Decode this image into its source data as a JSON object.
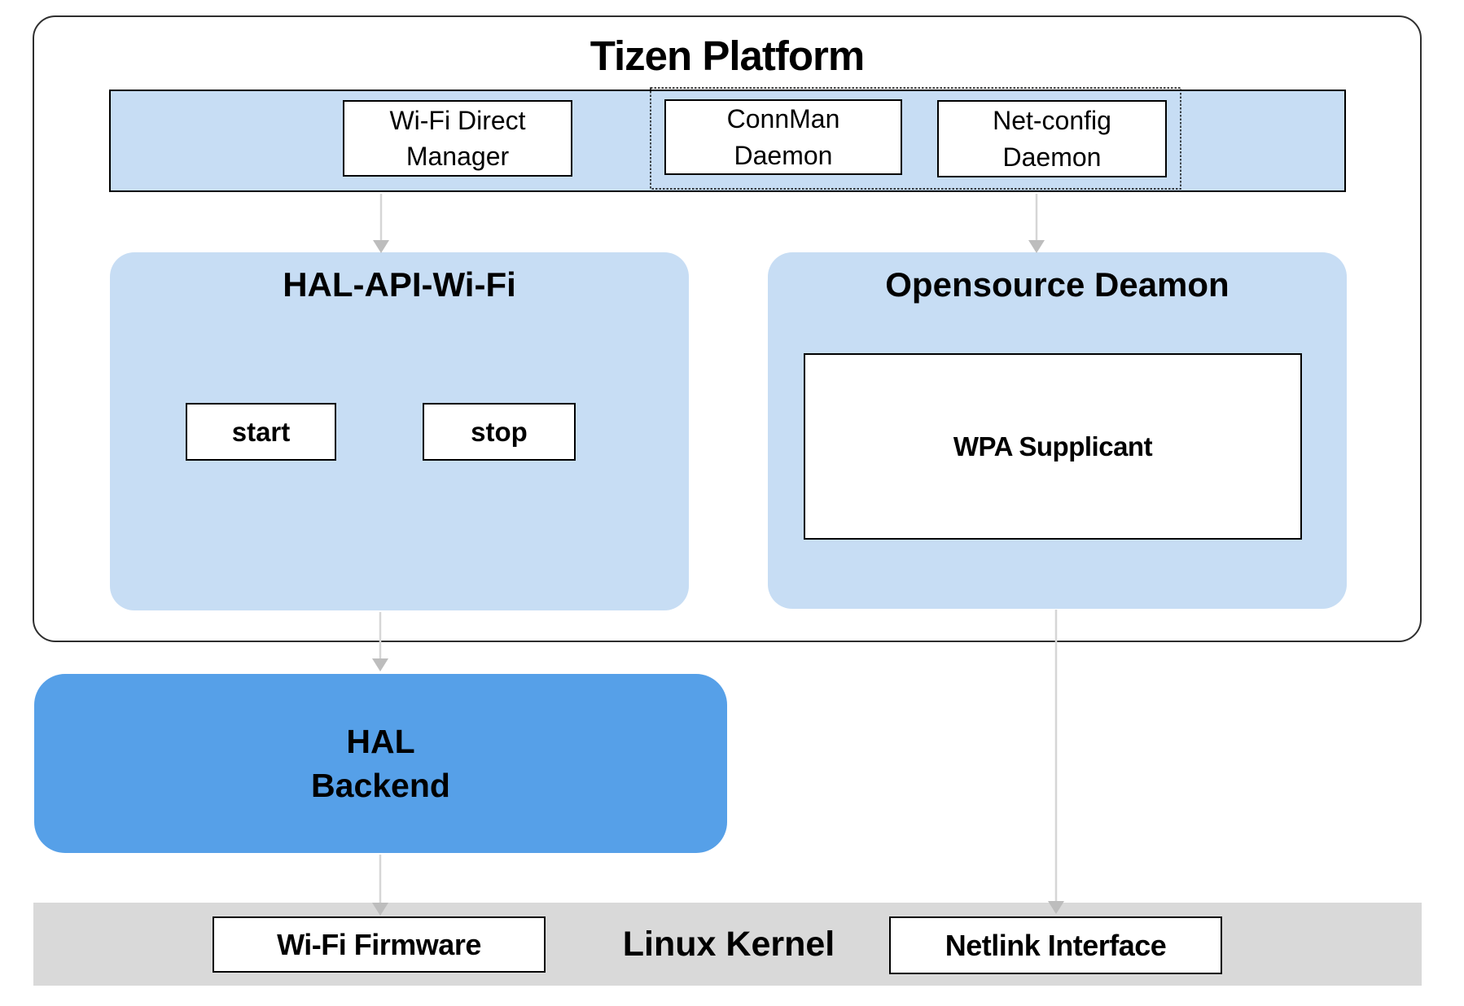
{
  "colors": {
    "panel_light_blue": "#C7DDF4",
    "hal_backend_blue": "#56A0E8",
    "kernel_gray": "#D9D9D9",
    "arrow_line_gray": "#D6D6D6",
    "arrow_head_gray": "#BDBDBD",
    "border_black": "#000000"
  },
  "tizen_platform": {
    "title": "Tizen Platform",
    "top_bar": {
      "wifi_direct_manager": "Wi-Fi Direct\nManager",
      "connman_daemon": "ConnMan\nDaemon",
      "netconfig_daemon": "Net-config\nDaemon"
    },
    "hal_api_wifi": {
      "title": "HAL-API-Wi-Fi",
      "start": "start",
      "stop": "stop"
    },
    "opensource_daemon": {
      "title": "Opensource Deamon",
      "wpa_supplicant": "WPA Supplicant"
    }
  },
  "hal_backend": {
    "label": "HAL\nBackend"
  },
  "linux_kernel": {
    "title": "Linux Kernel",
    "wifi_firmware": "Wi-Fi Firmware",
    "netlink_interface": "Netlink Interface"
  }
}
